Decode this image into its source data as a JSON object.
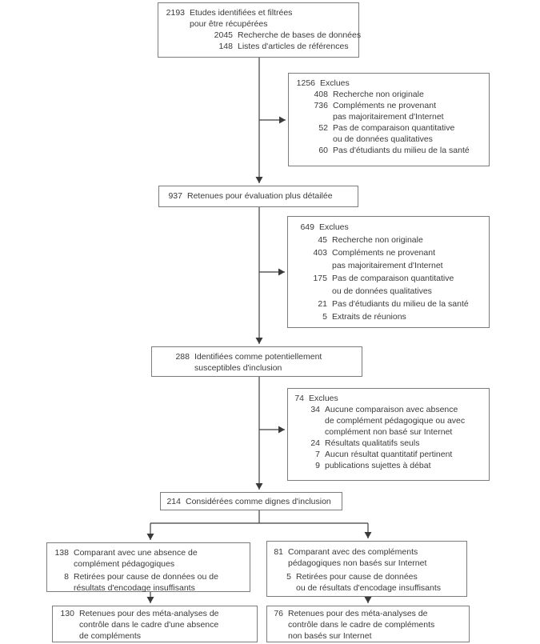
{
  "colors": {
    "background": "#ffffff",
    "box_border": "#7c7c7c",
    "text": "#3a3a3a",
    "connector_line": "#3f3f3f"
  },
  "boxes": {
    "identified": {
      "rows": [
        {
          "n": "2193",
          "t": "Etudes identifiées et filtrées\npour être récupérées"
        },
        {
          "n": "2045",
          "t": "Recherche de bases de données"
        },
        {
          "n": "148",
          "t": "Listes d'articles de références"
        }
      ]
    },
    "excluded1": {
      "rows": [
        {
          "n": "1256",
          "t": "Exclues"
        },
        {
          "n": "408",
          "t": "Recherche non originale"
        },
        {
          "n": "736",
          "t": "Compléments ne provenant\npas majoritairement d'Internet"
        },
        {
          "n": "52",
          "t": "Pas de comparaison quantitative\nou de données qualitatives"
        },
        {
          "n": "60",
          "t": "Pas d'étudiants du milieu de la santé"
        }
      ]
    },
    "screened": {
      "rows": [
        {
          "n": "937",
          "t": "Retenues pour évaluation plus détailée"
        }
      ]
    },
    "excluded2": {
      "rows": [
        {
          "n": "649",
          "t": "Exclues"
        },
        {
          "n": "45",
          "t": "Recherche non originale"
        },
        {
          "n": "403",
          "t": "Compléments ne provenant\npas majoritairement d'Internet"
        },
        {
          "n": "175",
          "t": "Pas de comparaison quantitative\nou de données qualitatives"
        },
        {
          "n": "21",
          "t": "Pas d'étudiants du milieu de la santé"
        },
        {
          "n": "5",
          "t": "Extraits de réunions"
        }
      ]
    },
    "eligible": {
      "rows": [
        {
          "n": "288",
          "t": "Identifiées comme potentiellement\nsusceptibles d'inclusion"
        }
      ]
    },
    "excluded3": {
      "rows": [
        {
          "n": "74",
          "t": "Exclues"
        },
        {
          "n": "34",
          "t": "Aucune comparaison avec absence\nde complément pédagogique ou avec\ncomplément non basé sur Internet"
        },
        {
          "n": "24",
          "t": "Résultats qualitatifs seuls"
        },
        {
          "n": "7",
          "t": "Aucun résultat quantitatif pertinent"
        },
        {
          "n": "9",
          "t": "publications sujettes à débat"
        }
      ]
    },
    "included": {
      "rows": [
        {
          "n": "214",
          "t": "Considérées comme dignes d'inclusion"
        }
      ]
    },
    "arm_no_supplement": {
      "rows": [
        {
          "n": "138",
          "t": "Comparant avec une absence de\ncomplément pédagogiques"
        },
        {
          "n": "8",
          "t": "Retirées pour cause de données ou de\nrésultats d'encodage insuffisants"
        }
      ]
    },
    "arm_non_internet": {
      "rows": [
        {
          "n": "81",
          "t": "Comparant avec des compléments\npédagogiques non basés sur Internet"
        },
        {
          "n": "5",
          "t": "Retirées pour cause de données\nou de résultats d'encodage insuffisants"
        }
      ]
    },
    "final_no_supplement": {
      "rows": [
        {
          "n": "130",
          "t": "Retenues pour des méta-analyses de\ncontrôle dans le cadre d'une absence\nde compléments"
        }
      ]
    },
    "final_non_internet": {
      "rows": [
        {
          "n": "76",
          "t": "Retenues pour des méta-analyses de\ncontrôle dans le cadre de compléments\nnon basés sur Internet"
        }
      ]
    }
  }
}
